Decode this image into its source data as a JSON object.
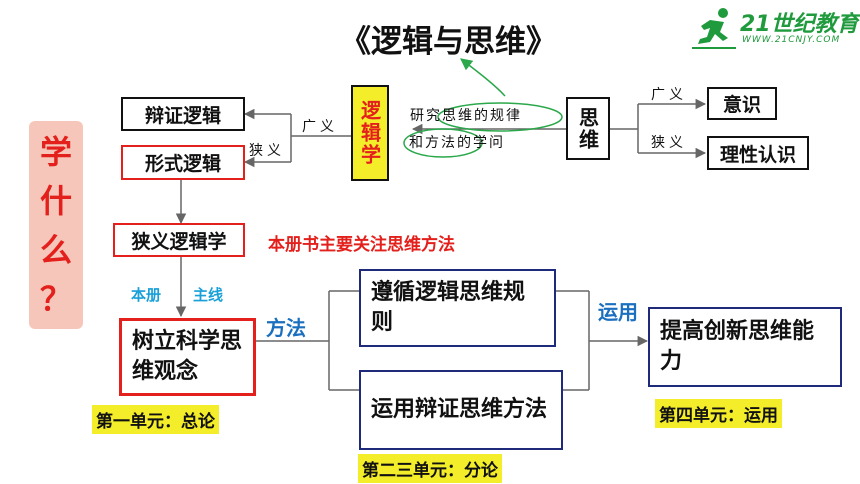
{
  "title": "《逻辑与思维》",
  "logo": {
    "brand": "21世纪教育",
    "url": "WWW.21CNJY.COM",
    "accent": "#1f9a3c",
    "icon": "runner-icon"
  },
  "side_label": {
    "chars": [
      "学",
      "什",
      "么",
      "？"
    ]
  },
  "nodes": {
    "dialectical_logic": "辩证逻辑",
    "formal_logic": "形式逻辑",
    "logic": "逻辑学",
    "thinking": "思维",
    "consciousness": "意识",
    "rational_cognition": "理性认识",
    "narrow_logic": "狭义逻辑学",
    "concept": "树立科学思维观念",
    "follow_rules": "遵循逻辑思维规则",
    "apply_methods": "运用辩证思维方法",
    "improve": "提高创新思维能力"
  },
  "labels": {
    "broad_left": "广义",
    "narrow_left": "狭义",
    "broad_right": "广义",
    "narrow_right": "狭义",
    "definition_line1": "研究思维的规律",
    "definition_line2": "和方法的学问",
    "book_focus": "本册书主要关注思维方法",
    "this_volume": "本册",
    "main_line": "主线",
    "method": "方法",
    "apply": "运用"
  },
  "units": {
    "unit1": "第一单元：总论",
    "unit23": "第二三单元：分论",
    "unit4": "第四单元：运用"
  },
  "colors": {
    "red": "#e3201b",
    "navy": "#1f2a7a",
    "blue": "#1a6fbf",
    "cyan": "#1aa0d8",
    "green": "#2aa84a",
    "yellow": "#f4ee2a",
    "pink": "#f7c6ba",
    "gray": "#666666"
  }
}
